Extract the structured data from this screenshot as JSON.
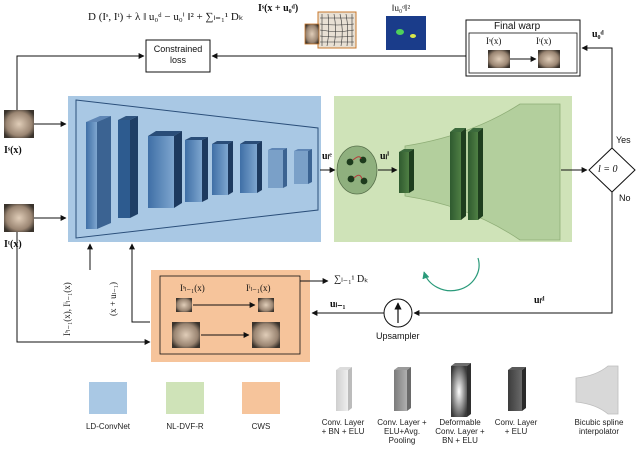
{
  "formula_top": "D (Iˢ, Iᵗ) + λ ‖ u₀ᵈ − u₀ⁱ ‖² + ∑ₗ₌₁¹ Dₖ",
  "warp_label": "Iˢ(x + u₀ᵈ)",
  "norm_label": "‖u₀ᵈ‖²",
  "final_warp": {
    "title": "Final warp",
    "left": "Iˢ(x)",
    "right": "Iᵗ(x)"
  },
  "u0d": "u₀ᵈ",
  "constrained_loss": "Constrained loss",
  "inputs": {
    "top": "Iˢ(x)",
    "bottom": "Iᵗ(x)"
  },
  "ue": "uₗᵉ",
  "ui": "uₗⁱ",
  "decision": {
    "text": "l = 0",
    "yes": "Yes",
    "no": "No"
  },
  "cws": {
    "top_left": "Iˢₗ₋₁(x)",
    "top_right": "Iⁱₗ₋₁(x)"
  },
  "sum_label": "∑ₗ₋₁¹ Dₖ",
  "u_l1": "uₗ₋₁",
  "uld": "uₗᵈ",
  "upsampler": "Upsampler",
  "side_label_1": "Iˢₗ₋₁(x), Iⁱₗ₋₁(x)",
  "side_label_2": "(x + uₗ₋₁)",
  "legend": {
    "ld": "LD-ConvNet",
    "nl": "NL-DVF-R",
    "cws": "CWS",
    "items": [
      "Conv. Layer + BN + ELU",
      "Conv. Layer + ELU+Avg. Pooling",
      "Deformable Conv. Layer + BN + ELU",
      "Conv. Layer + ELU",
      "Bicubic spline interpolator"
    ]
  },
  "colors": {
    "blue": "#a9c8e4",
    "green": "#cfe3b8",
    "orange": "#f6c49b"
  }
}
